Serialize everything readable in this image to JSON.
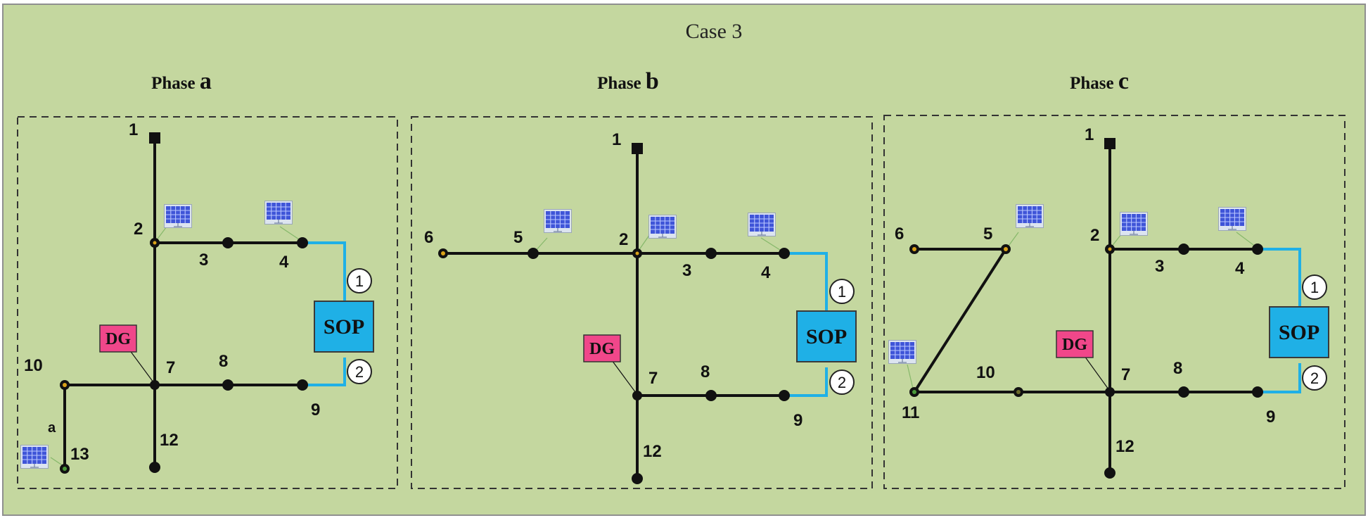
{
  "title": "Case 3",
  "phases": [
    {
      "prefix": "Phase ",
      "letter": "a"
    },
    {
      "prefix": "Phase ",
      "letter": "b"
    },
    {
      "prefix": "Phase ",
      "letter": "c"
    }
  ],
  "nodes": {
    "n1": "1",
    "n2": "2",
    "n3": "3",
    "n4": "4",
    "n5": "5",
    "n6": "6",
    "n7": "7",
    "n8": "8",
    "n9": "9",
    "n10": "10",
    "n11": "11",
    "n12": "12",
    "n13": "13"
  },
  "line_label_a": "a",
  "sop_label": "SOP",
  "dg_label": "DG",
  "port1": "1",
  "port2": "2",
  "colors": {
    "background": "#c4d79f",
    "sop_fill": "#1fb0e6",
    "dg_fill": "#f0478a",
    "sop_link": "#1fb0e6",
    "pv_panel": "#5a6ee0",
    "small_node": "#d9a21a"
  },
  "icons": [
    "pv-panel-icon"
  ]
}
